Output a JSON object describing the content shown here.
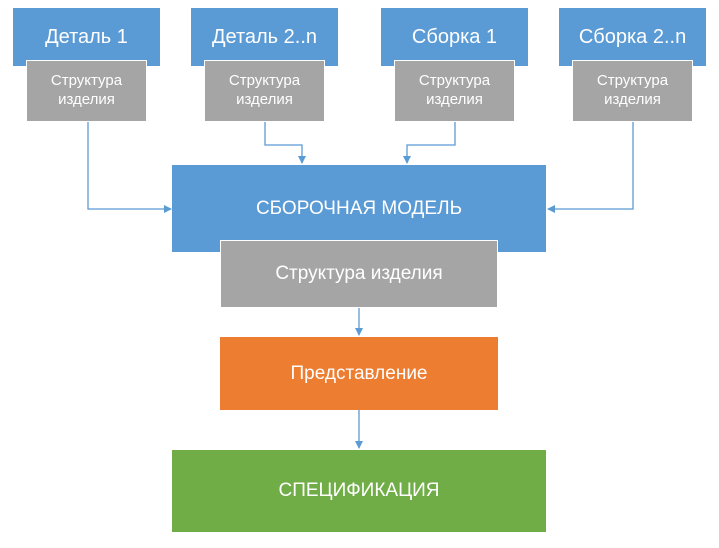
{
  "top_nodes": [
    {
      "title": "Деталь 1",
      "sub_line1": "Структура",
      "sub_line2": "изделия"
    },
    {
      "title": "Деталь 2..n",
      "sub_line1": "Структура",
      "sub_line2": "изделия"
    },
    {
      "title": "Сборка 1",
      "sub_line1": "Структура",
      "sub_line2": "изделия"
    },
    {
      "title": "Сборка 2..n",
      "sub_line1": "Структура",
      "sub_line2": "изделия"
    }
  ],
  "assembly_model": {
    "title": "СБОРОЧНАЯ МОДЕЛЬ",
    "structure": "Структура изделия"
  },
  "representation": "Представление",
  "specification": "СПЕЦИФИКАЦИЯ",
  "colors": {
    "blue": "#5b9bd5",
    "gray": "#a5a5a5",
    "orange": "#ed7d31",
    "green": "#70ad47",
    "arrow": "#5b9bd5"
  }
}
